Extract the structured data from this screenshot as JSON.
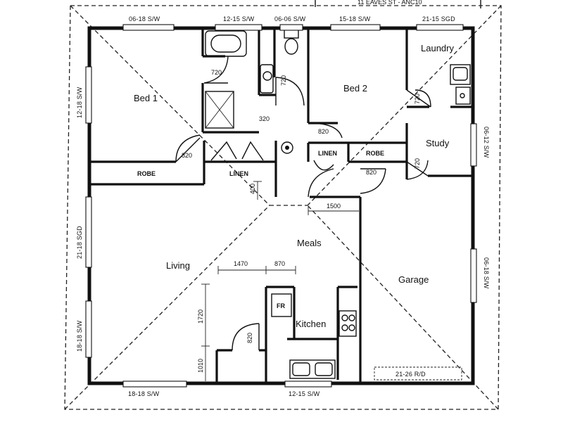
{
  "plan": {
    "top_note": "11 EAVES ST - ANC10",
    "rooms": {
      "bed1": "Bed 1",
      "bed2": "Bed 2",
      "laundry": "Laundry",
      "study": "Study",
      "meals": "Meals",
      "living": "Living",
      "garage": "Garage",
      "kitchen": "Kitchen"
    },
    "fixtures": {
      "robe_left": "ROBE",
      "linen_left": "LINEN",
      "linen_center": "LINEN",
      "robe_center": "ROBE",
      "fridge": "FR"
    },
    "windows": {
      "top_1": "06-18 S/W",
      "top_2": "12-15 S/W",
      "top_3": "06-06 S/W",
      "top_4": "15-18 S/W",
      "top_5": "21-15 SGD",
      "left_1": "12-18 S/W",
      "left_2": "21-18 SGD",
      "left_3": "18-18 S/W",
      "right_1": "06-12 S/W",
      "right_2": "06-18 S/W",
      "bottom_1": "18-18 S/W",
      "bottom_2": "12-15 S/W",
      "garage_door": "21-26 R/D"
    },
    "dimensions": {
      "d720_bath": "720",
      "d720_wc": "720",
      "d720_laundry": "720",
      "d720_study": "720",
      "d820_bed1": "820",
      "d820_bed2": "820",
      "d820_garage": "820",
      "d820_kitchen": "820",
      "d1500": "1500",
      "d1470": "1470",
      "d870": "870",
      "d1720": "1720",
      "d1010": "1010",
      "d400": "400"
    }
  }
}
